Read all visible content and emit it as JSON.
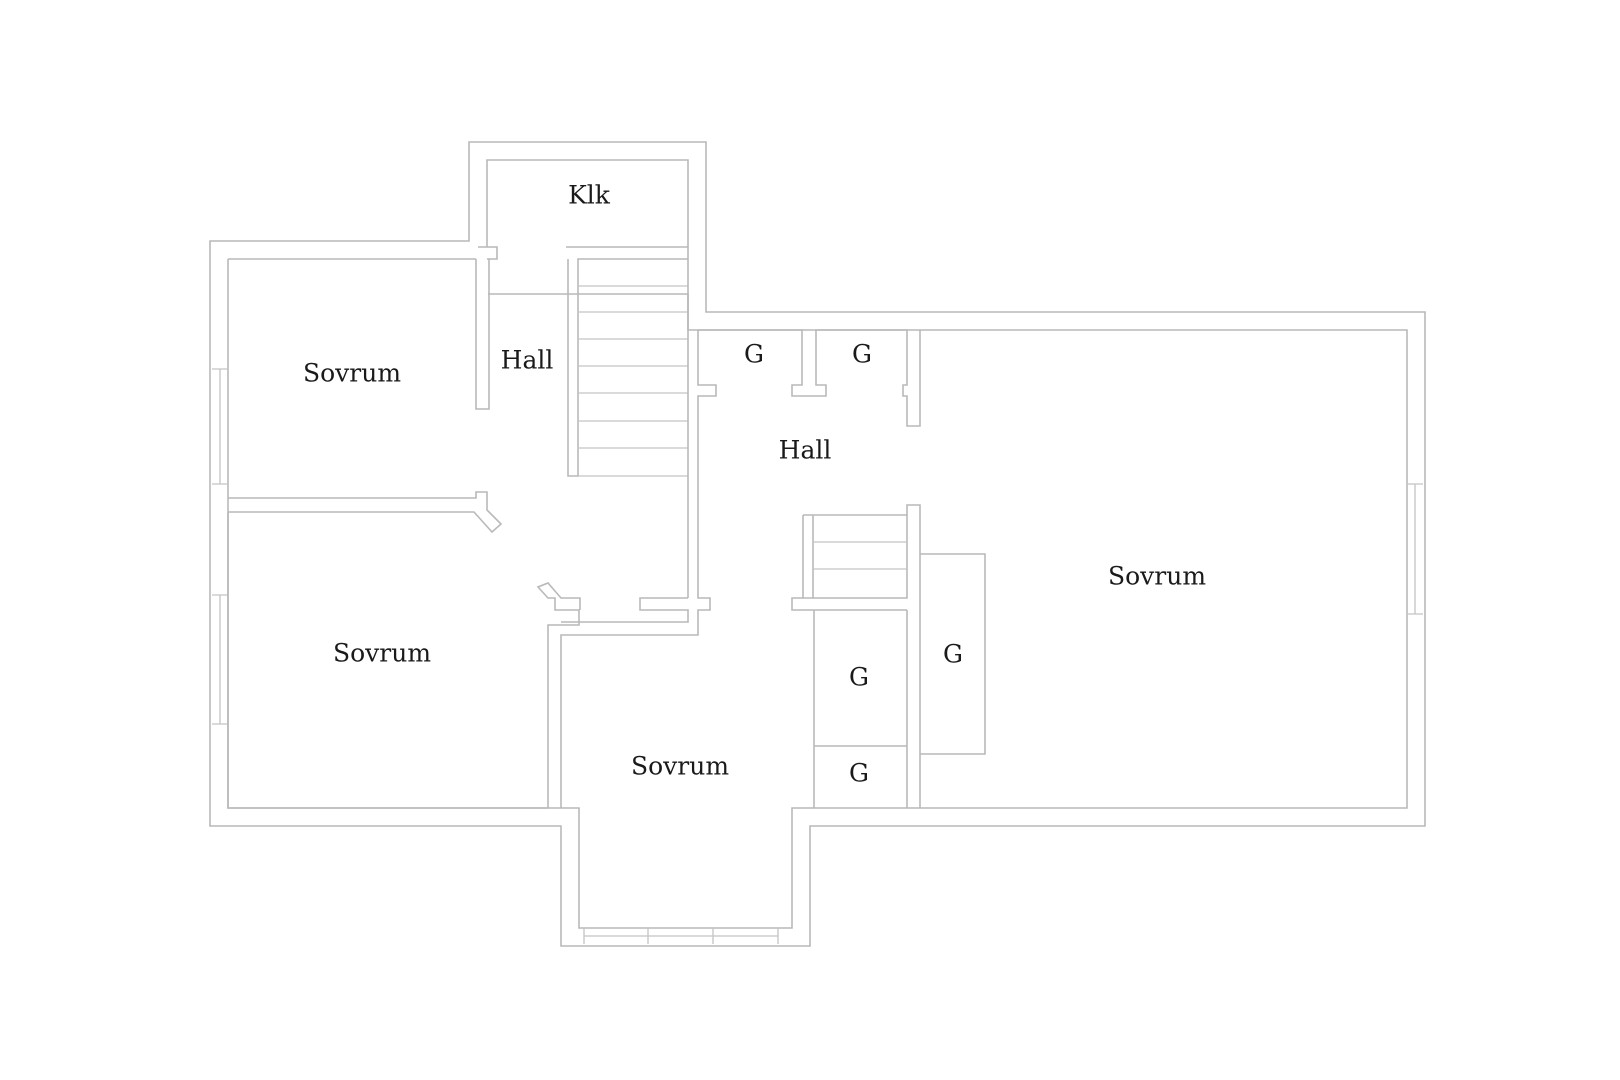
{
  "plan": {
    "rooms": [
      {
        "id": "klk",
        "label": "Klk"
      },
      {
        "id": "hall-left",
        "label": "Hall"
      },
      {
        "id": "sovrum-top-left",
        "label": "Sovrum"
      },
      {
        "id": "sovrum-bottom-left",
        "label": "Sovrum"
      },
      {
        "id": "sovrum-bottom-center",
        "label": "Sovrum"
      },
      {
        "id": "hall-center",
        "label": "Hall"
      },
      {
        "id": "closet-g1",
        "label": "G"
      },
      {
        "id": "closet-g2",
        "label": "G"
      },
      {
        "id": "closet-g3",
        "label": "G"
      },
      {
        "id": "closet-g4",
        "label": "G"
      },
      {
        "id": "closet-g5",
        "label": "G"
      },
      {
        "id": "sovrum-right",
        "label": "Sovrum"
      }
    ],
    "colors": {
      "wall": "#b9b9b9",
      "label": "#1a1a1a",
      "background": "#ffffff"
    }
  }
}
